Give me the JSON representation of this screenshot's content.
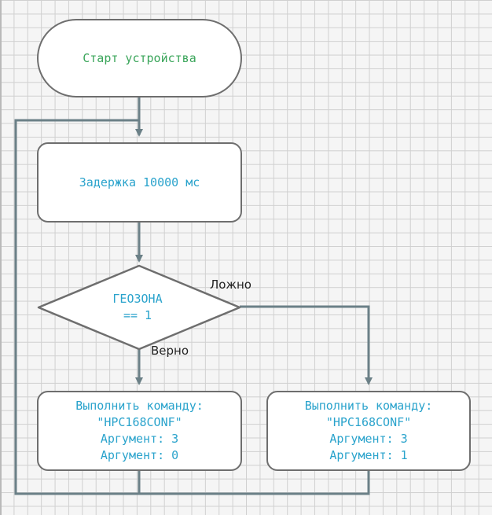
{
  "flowchart": {
    "start_label": "Старт устройства",
    "delay_label": "Задержка 10000 мс",
    "condition": {
      "line1": "ГЕОЗОНА",
      "line2": "== 1"
    },
    "branch_false_label": "Ложно",
    "branch_true_label": "Верно",
    "command_true": {
      "line1": "Выполнить команду:",
      "line2": "\"HPC168CONF\"",
      "line3": "Аргумент: 3",
      "line4": "Аргумент: 0"
    },
    "command_false": {
      "line1": "Выполнить команду:",
      "line2": "\"HPC168CONF\"",
      "line3": "Аргумент: 3",
      "line4": "Аргумент: 1"
    }
  },
  "colors": {
    "connector": "#6b8087",
    "node_border": "#6e6e6e",
    "text_primary": "#2aa3cc",
    "text_start": "#3aa55a",
    "grid": "#d0d0d0"
  }
}
